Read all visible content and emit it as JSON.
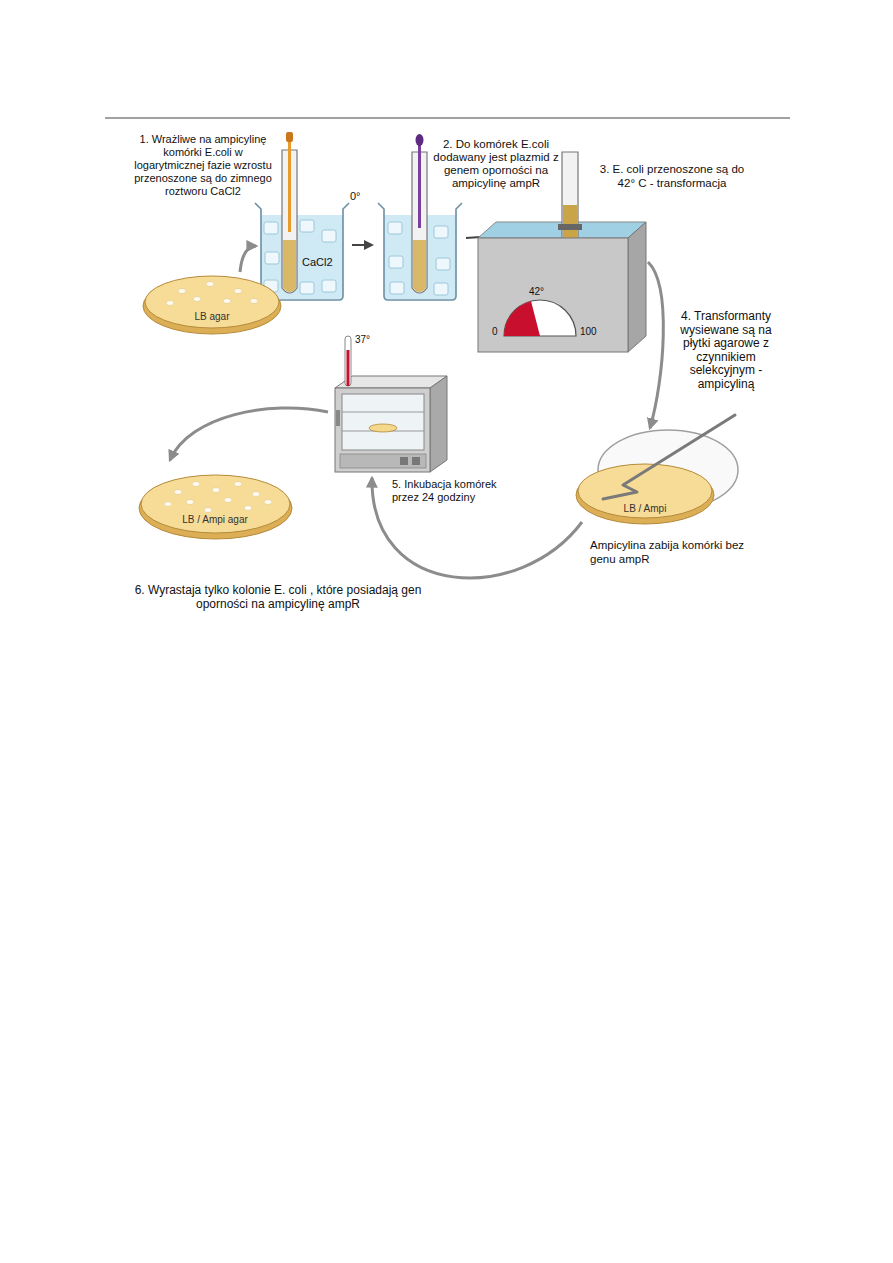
{
  "diagram": {
    "nodes": [
      {
        "text": [
          "LB agar"
        ]
      },
      {
        "text": [
          "LB / Ampi"
        ]
      },
      {
        "text": [
          "LB / Ampi agar"
        ]
      }
    ],
    "labels": [
      "1. Wrażliwe na ampicylinę komórki E.coli w logarytmicznej fazie wzrostu przenoszone są do zimnego roztworu CaCl2",
      "0°",
      "CaCl2",
      "2. Do komórek E.coli dodawany jest plazmid z genem oporności na ampicylinę ampR",
      "3. E. coli przenoszone są do 42° C - transformacja",
      "42°",
      "0",
      "100",
      "4. Transformanty wysiewane są na płytki agarowe z czynnikiem selekcyjnym - ampicyliną",
      "37°",
      "5. Inkubacja komórek przez 24 godziny",
      "Ampicylina zabija komórki bez genu ampR",
      "6. Wyrastaja tylko kolonie E. coli , które posiadają gen oporności na ampicylinę ampR"
    ]
  }
}
